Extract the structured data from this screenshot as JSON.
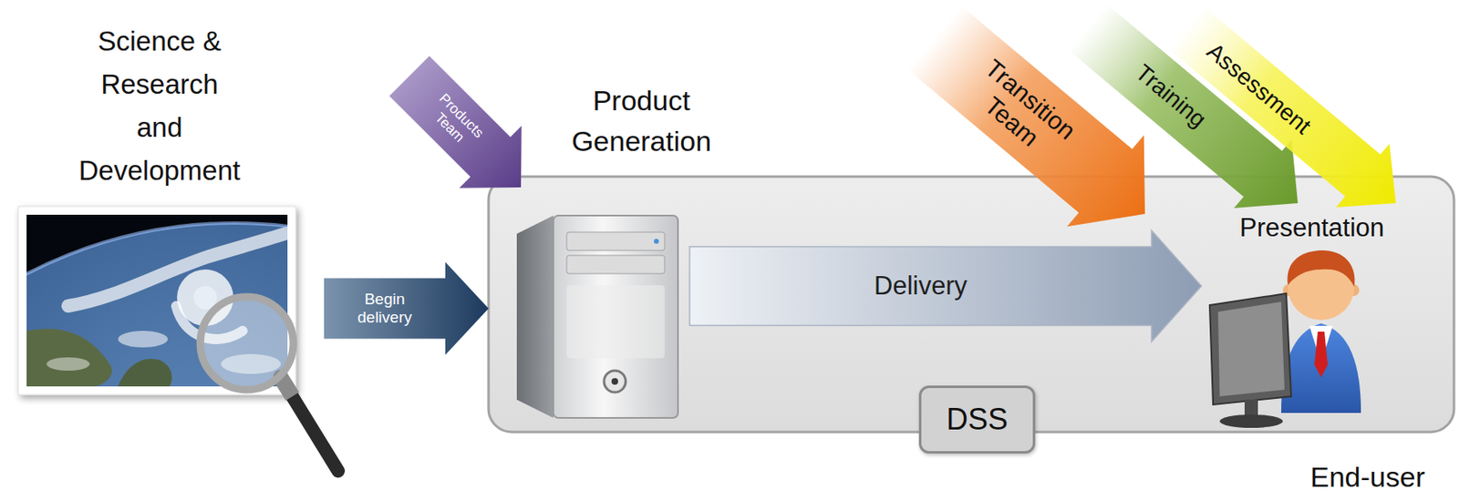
{
  "diagram": {
    "nodes": [
      {
        "text": [
          "Science & Research and Development"
        ]
      },
      {
        "text": [
          "DSS"
        ]
      },
      {
        "text": [
          "Product Generation"
        ],
        "in": 1
      },
      {
        "text": [
          "Presentation",
          "End-user"
        ],
        "in": 1
      }
    ],
    "edges": [
      {
        "from": 0,
        "to": 2,
        "label": "Begin delivery",
        "arrow": "to"
      },
      {
        "from": 2,
        "to": 3,
        "label": "Delivery",
        "arrow": "to"
      }
    ],
    "labels": [
      "Products Team",
      "Transition Team",
      "Training",
      "Assessment"
    ]
  }
}
